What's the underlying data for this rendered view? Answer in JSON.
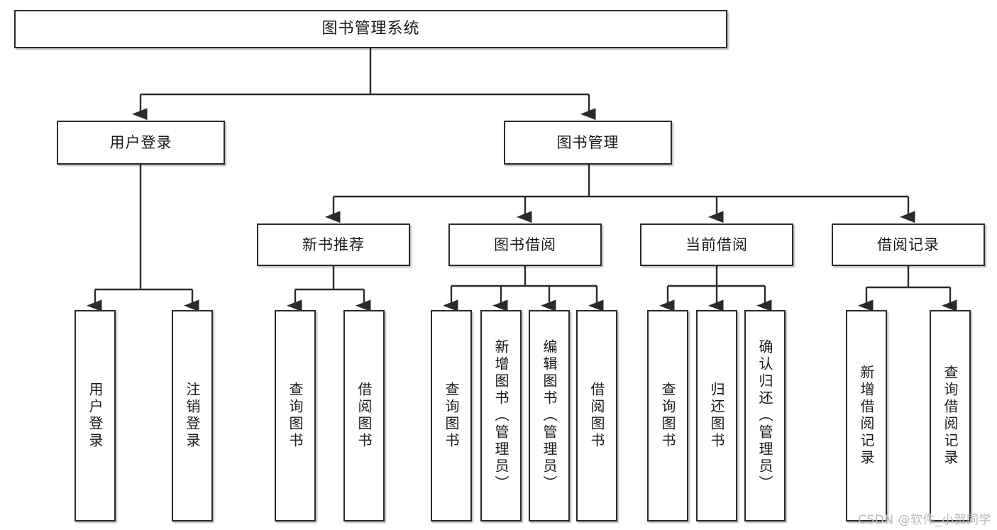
{
  "diagram": {
    "title": "图书管理系统",
    "type": "tree-hierarchy",
    "watermark": "CSDN @软件_小贺同学",
    "colors": {
      "box_border": "#2b2b2b",
      "box_fill": "#ffffff",
      "connector": "#2b2b2b",
      "text": "#1a1a1a",
      "watermark": "#b9b9b9"
    },
    "root": {
      "label": "图书管理系统"
    },
    "level2": [
      {
        "label": "用户登录"
      },
      {
        "label": "图书管理"
      }
    ],
    "level3": [
      {
        "label": "新书推荐"
      },
      {
        "label": "图书借阅"
      },
      {
        "label": "当前借阅"
      },
      {
        "label": "借阅记录"
      }
    ],
    "leaves": [
      {
        "label": "用户登录",
        "parent": "用户登录"
      },
      {
        "label": "注销登录",
        "parent": "用户登录"
      },
      {
        "label": "查询图书",
        "parent": "新书推荐"
      },
      {
        "label": "借阅图书",
        "parent": "新书推荐"
      },
      {
        "label": "查询图书",
        "parent": "图书借阅"
      },
      {
        "label": "新增图书（管理员）",
        "parent": "图书借阅"
      },
      {
        "label": "编辑图书（管理员）",
        "parent": "图书借阅"
      },
      {
        "label": "借阅图书",
        "parent": "图书借阅"
      },
      {
        "label": "查询图书",
        "parent": "当前借阅"
      },
      {
        "label": "归还图书",
        "parent": "当前借阅"
      },
      {
        "label": "确认归还（管理员）",
        "parent": "当前借阅"
      },
      {
        "label": "新增借阅记录",
        "parent": "借阅记录"
      },
      {
        "label": "查询借阅记录",
        "parent": "借阅记录"
      }
    ]
  }
}
